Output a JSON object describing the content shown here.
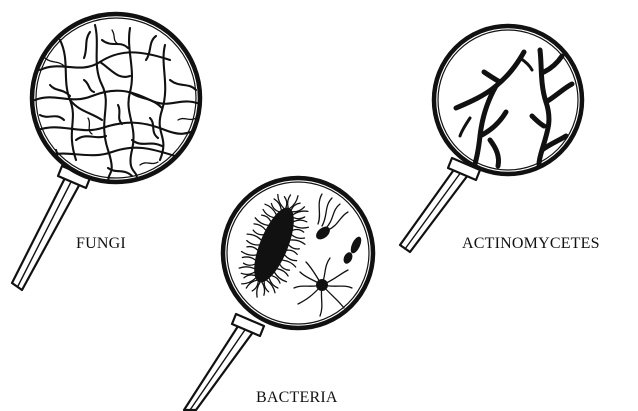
{
  "labels": {
    "fungi": "FUNGI",
    "bacteria": "BACTERIA",
    "actinomycetes": "ACTINOMYCETES"
  },
  "colors": {
    "ink": "#111111",
    "paper": "#ffffff"
  }
}
